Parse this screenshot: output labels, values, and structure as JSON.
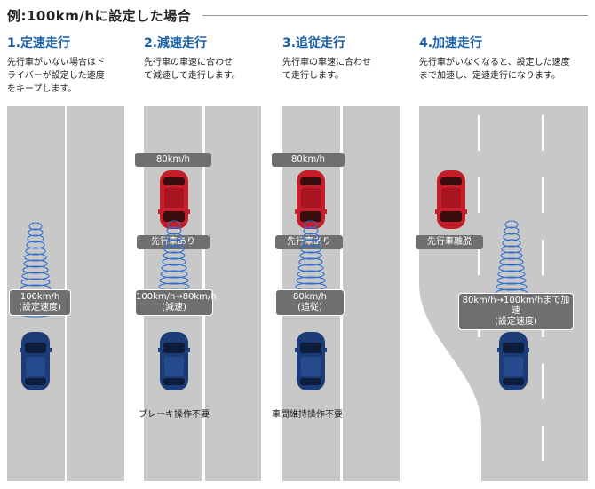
{
  "title": "例:100km/hに設定した場合",
  "steps": [
    {
      "title": "1.定速走行",
      "desc": [
        "先行車がいない場合はド",
        "ライバーが設定した速度",
        "をキープします。"
      ],
      "speed": [
        "100km/h",
        "(設定速度)"
      ]
    },
    {
      "title": "2.減速走行",
      "desc": [
        "先行車の車速に合わせ",
        "て減速して走行します。"
      ],
      "front_speed": "80km/h",
      "front_label": "先行車あり",
      "speed": [
        "100km/h→80km/h",
        "(減速)"
      ],
      "note": "ブレーキ操作不要"
    },
    {
      "title": "3.追従走行",
      "desc": [
        "先行車の車速に合わせ",
        "て走行します。"
      ],
      "front_speed": "80km/h",
      "front_label": "先行車あり",
      "speed": [
        "80km/h",
        "(追従)"
      ],
      "note": "車間維持操作不要"
    },
    {
      "title": "4.加速走行",
      "desc": [
        "先行車がいなくなると、設定した速度",
        "まで加速し、定速走行になります。"
      ],
      "front_label": "先行車離脱",
      "speed": [
        "80km/h→100km/hまで加速",
        "(設定速度)"
      ]
    }
  ],
  "colors": {
    "accent": "#1a5fa8",
    "road": "#c8c8c8",
    "tag": "#6f6f6f",
    "red_car": "#c41e2a",
    "blue_car": "#1c3c78",
    "wave": "#2e6fd0"
  }
}
